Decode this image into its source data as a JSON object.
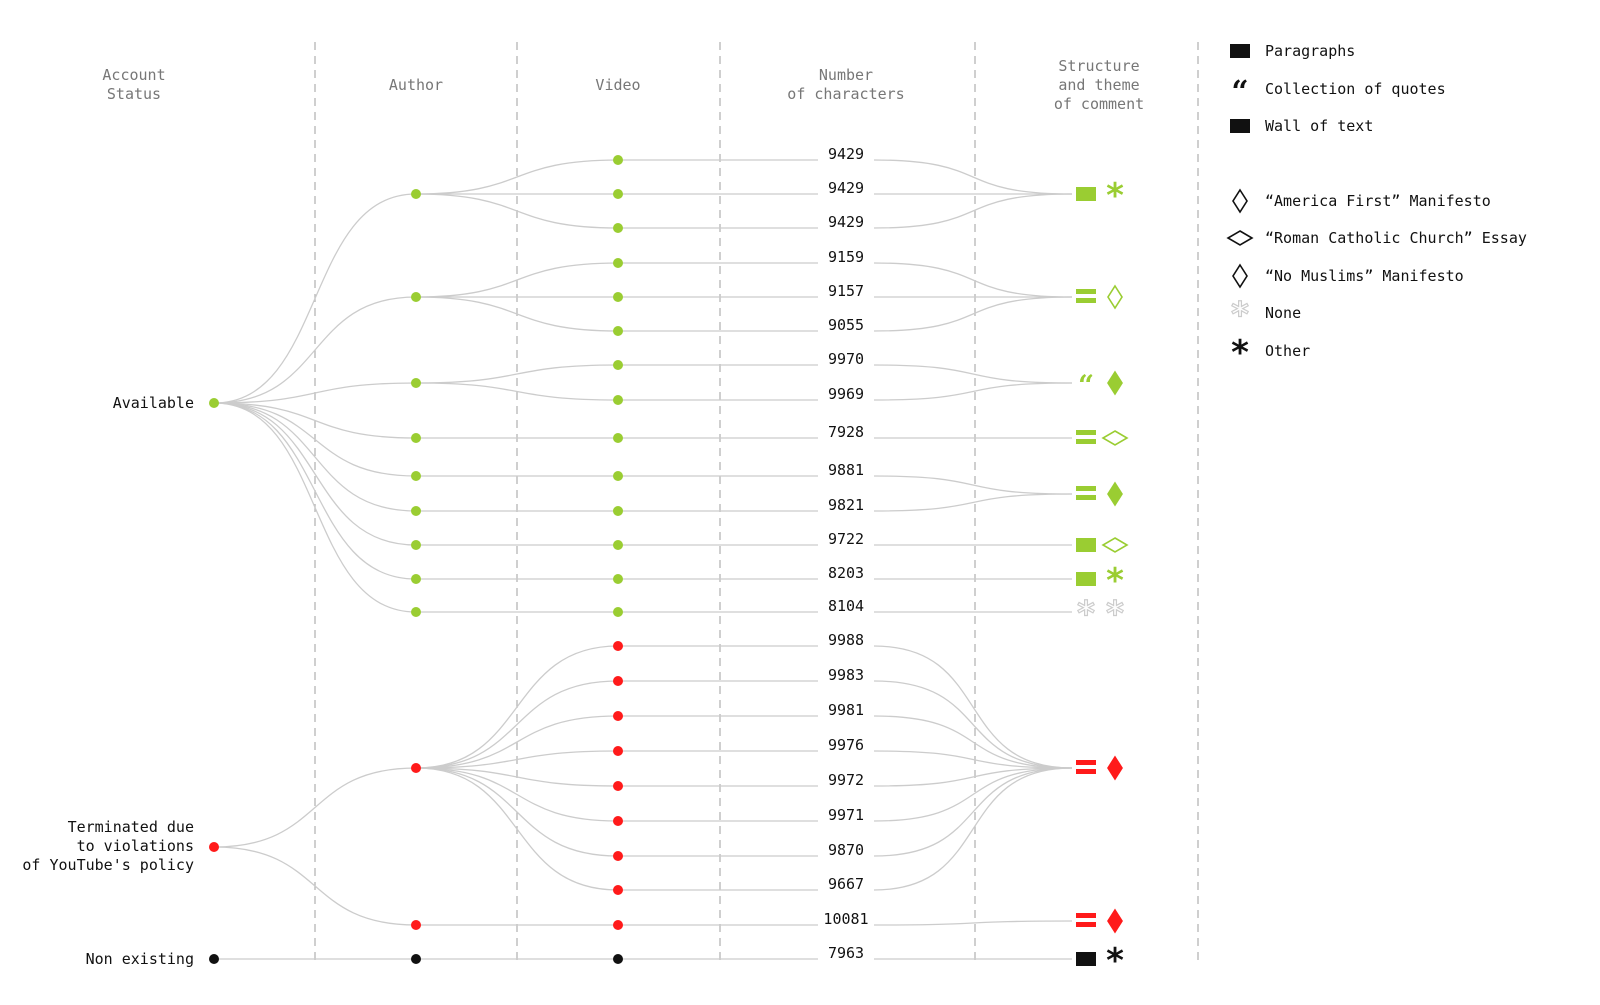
{
  "headers": {
    "account_status": [
      "Account",
      "Status"
    ],
    "author": [
      "Author"
    ],
    "video": [
      "Video"
    ],
    "characters": [
      "Number",
      "of characters"
    ],
    "structure": [
      "Structure",
      "and theme",
      "of comment"
    ]
  },
  "status_labels": {
    "available": [
      "Available"
    ],
    "terminated": [
      "Terminated due",
      "to violations",
      "of YouTube's policy"
    ],
    "non_existing": [
      "Non existing"
    ]
  },
  "colors": {
    "available": "#9acd32",
    "terminated": "#ff1a1a",
    "non_existing": "#111111",
    "none": "#cccccc",
    "link": "#cccccc",
    "divider": "#b5b5b5"
  },
  "legend": {
    "structure": [
      {
        "icon": "paragraphs-icon",
        "label": "Paragraphs"
      },
      {
        "icon": "quotes-icon",
        "label": "Collection of quotes"
      },
      {
        "icon": "wall-of-text-icon",
        "label": "Wall of text"
      }
    ],
    "theme": [
      {
        "icon": "diamond-tall-outline-icon",
        "label": "“America First” Manifesto"
      },
      {
        "icon": "diamond-wide-outline-icon",
        "label": "“Roman Catholic Church” Essay"
      },
      {
        "icon": "diamond-tall-outline-icon",
        "label": "“No Muslims” Manifesto"
      },
      {
        "icon": "asterisk-outline-icon",
        "label": "None"
      },
      {
        "icon": "asterisk-icon",
        "label": "Other"
      }
    ]
  },
  "comments": [
    {
      "status": "available",
      "author": "A1",
      "group": "G1",
      "characters": "9429"
    },
    {
      "status": "available",
      "author": "A1",
      "group": "G1",
      "characters": "9429"
    },
    {
      "status": "available",
      "author": "A1",
      "group": "G1",
      "characters": "9429"
    },
    {
      "status": "available",
      "author": "A2",
      "group": "G2",
      "characters": "9159"
    },
    {
      "status": "available",
      "author": "A2",
      "group": "G2",
      "characters": "9157"
    },
    {
      "status": "available",
      "author": "A2",
      "group": "G2",
      "characters": "9055"
    },
    {
      "status": "available",
      "author": "A3",
      "group": "G3",
      "characters": "9970"
    },
    {
      "status": "available",
      "author": "A3",
      "group": "G3",
      "characters": "9969"
    },
    {
      "status": "available",
      "author": "A4",
      "group": "G4",
      "characters": "7928"
    },
    {
      "status": "available",
      "author": "A5",
      "group": "G5",
      "characters": "9881"
    },
    {
      "status": "available",
      "author": "A6",
      "group": "G5",
      "characters": "9821"
    },
    {
      "status": "available",
      "author": "A7",
      "group": "G6",
      "characters": "9722"
    },
    {
      "status": "available",
      "author": "A8",
      "group": "G7",
      "characters": "8203"
    },
    {
      "status": "available",
      "author": "A9",
      "group": "G8",
      "characters": "8104"
    },
    {
      "status": "terminated",
      "author": "A10",
      "group": "G9",
      "characters": "9988"
    },
    {
      "status": "terminated",
      "author": "A10",
      "group": "G9",
      "characters": "9983"
    },
    {
      "status": "terminated",
      "author": "A10",
      "group": "G9",
      "characters": "9981"
    },
    {
      "status": "terminated",
      "author": "A10",
      "group": "G9",
      "characters": "9976"
    },
    {
      "status": "terminated",
      "author": "A10",
      "group": "G9",
      "characters": "9972"
    },
    {
      "status": "terminated",
      "author": "A10",
      "group": "G9",
      "characters": "9971"
    },
    {
      "status": "terminated",
      "author": "A10",
      "group": "G9",
      "characters": "9870"
    },
    {
      "status": "terminated",
      "author": "A10",
      "group": "G9",
      "characters": "9667"
    },
    {
      "status": "terminated",
      "author": "A11",
      "group": "G10",
      "characters": "10081"
    },
    {
      "status": "non_existing",
      "author": "A12",
      "group": "G11",
      "characters": "7963"
    }
  ],
  "groups": [
    {
      "id": "G1",
      "status": "available",
      "structure": "paragraphs",
      "theme": "other"
    },
    {
      "id": "G2",
      "status": "available",
      "structure": "wall-of-text",
      "theme": "america-first"
    },
    {
      "id": "G3",
      "status": "available",
      "structure": "quotes",
      "theme": "no-muslims"
    },
    {
      "id": "G4",
      "status": "available",
      "structure": "wall-of-text",
      "theme": "roman-catholic"
    },
    {
      "id": "G5",
      "status": "available",
      "structure": "wall-of-text",
      "theme": "no-muslims"
    },
    {
      "id": "G6",
      "status": "available",
      "structure": "paragraphs",
      "theme": "roman-catholic"
    },
    {
      "id": "G7",
      "status": "available",
      "structure": "paragraphs",
      "theme": "other"
    },
    {
      "id": "G8",
      "status": "available",
      "structure": "none",
      "theme": "none"
    },
    {
      "id": "G9",
      "status": "terminated",
      "structure": "wall-of-text",
      "theme": "no-muslims"
    },
    {
      "id": "G10",
      "status": "terminated",
      "structure": "wall-of-text",
      "theme": "no-muslims"
    },
    {
      "id": "G11",
      "status": "non_existing",
      "structure": "paragraphs",
      "theme": "other"
    }
  ]
}
